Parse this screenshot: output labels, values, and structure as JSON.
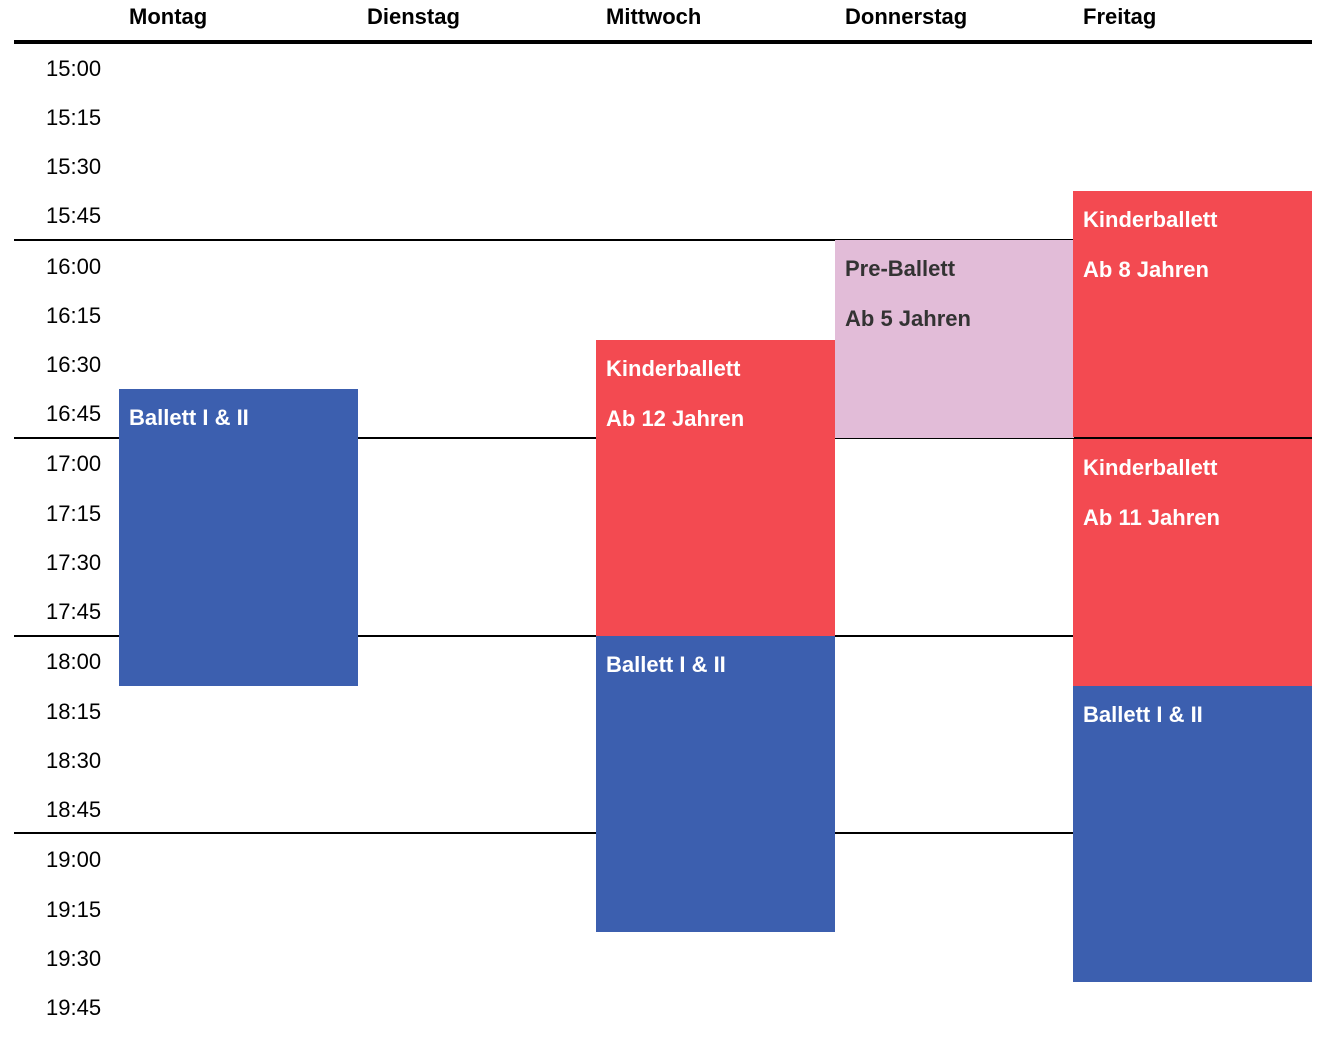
{
  "days": [
    "Montag",
    "Dienstag",
    "Mittwoch",
    "Donnerstag",
    "Freitag"
  ],
  "times": [
    "15:00",
    "15:15",
    "15:30",
    "15:45",
    "16:00",
    "16:15",
    "16:30",
    "16:45",
    "17:00",
    "17:15",
    "17:30",
    "17:45",
    "18:00",
    "18:15",
    "18:30",
    "18:45",
    "19:00",
    "19:15",
    "19:30",
    "19:45"
  ],
  "colors": {
    "ballet_blue": "#3c5faf",
    "kinder_red": "#f34a51",
    "pre_pink": "#e2bcd8"
  },
  "events": {
    "mon_ballett": {
      "day": "Montag",
      "start": "16:45",
      "end": "18:15",
      "title": "Ballett I & II",
      "subtitle": ""
    },
    "wed_kinder": {
      "day": "Mittwoch",
      "start": "16:30",
      "end": "18:00",
      "title": "Kinderballett",
      "subtitle": "Ab 12 Jahren"
    },
    "wed_ballett": {
      "day": "Mittwoch",
      "start": "18:00",
      "end": "19:30",
      "title": "Ballett I & II",
      "subtitle": ""
    },
    "thu_pre": {
      "day": "Donnerstag",
      "start": "16:00",
      "end": "17:00",
      "title": "Pre-Ballett",
      "subtitle": "Ab 5 Jahren"
    },
    "fri_kinder8": {
      "day": "Freitag",
      "start": "15:45",
      "end": "17:00",
      "title": "Kinderballett",
      "subtitle": "Ab 8 Jahren"
    },
    "fri_kinder11": {
      "day": "Freitag",
      "start": "17:00",
      "end": "18:15",
      "title": "Kinderballett",
      "subtitle": "Ab 11 Jahren"
    },
    "fri_ballett": {
      "day": "Freitag",
      "start": "18:15",
      "end": "19:45",
      "title": "Ballett I & II",
      "subtitle": ""
    }
  }
}
